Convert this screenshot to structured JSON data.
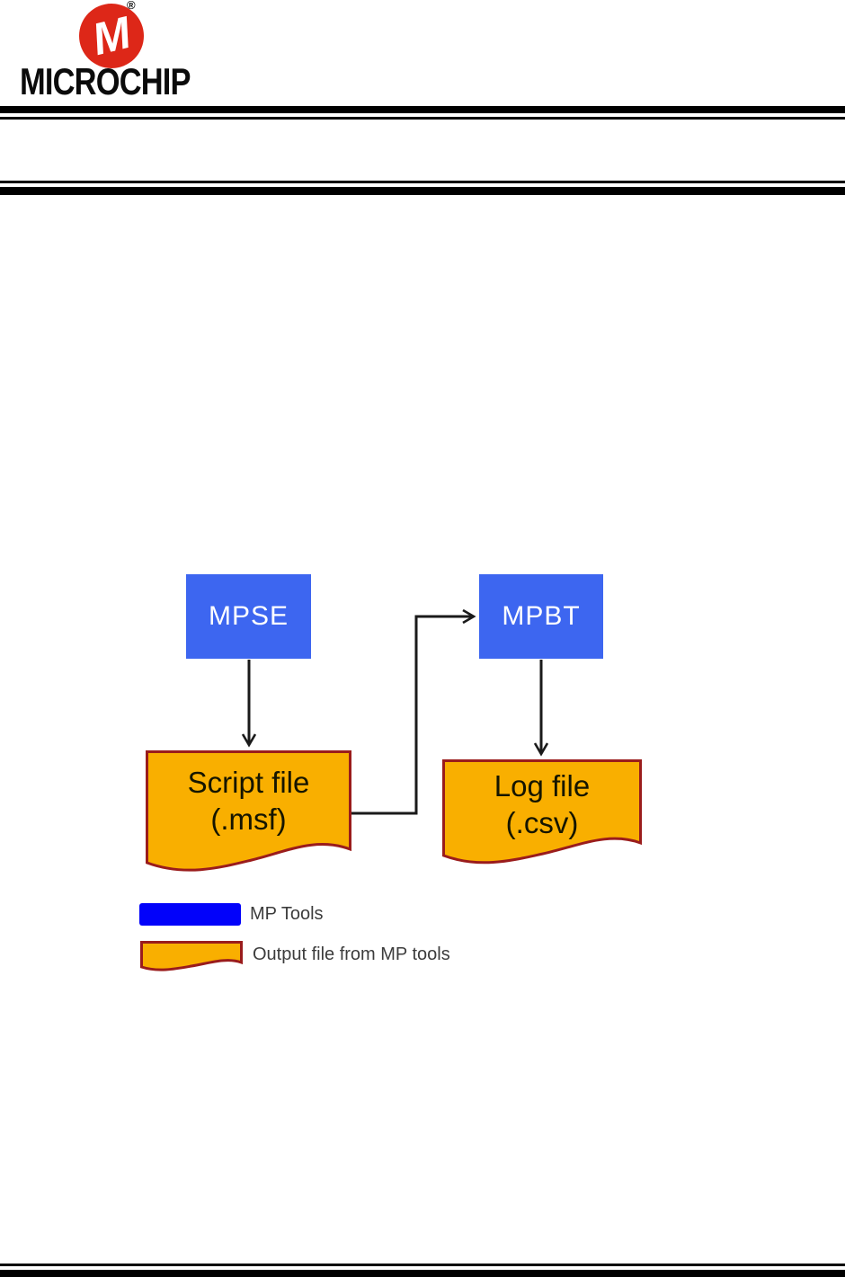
{
  "logo": {
    "brand": "MICROCHIP",
    "registered": "®",
    "monogram": "M",
    "icon_color": "#DD2718",
    "text_color": "#0b0b0b"
  },
  "diagram": {
    "nodes": [
      {
        "id": "mpse",
        "type": "tool",
        "label": "MPSE"
      },
      {
        "id": "mpbt",
        "type": "tool",
        "label": "MPBT"
      },
      {
        "id": "script",
        "type": "output-file",
        "lines": [
          "Script file",
          "(.msf)"
        ]
      },
      {
        "id": "log",
        "type": "output-file",
        "lines": [
          "Log file",
          "(.csv)"
        ]
      }
    ],
    "edges": [
      {
        "from": "mpse",
        "to": "script",
        "style": "arrow-down"
      },
      {
        "from": "script",
        "to": "mpbt",
        "style": "elbow-right-up-right-arrow"
      },
      {
        "from": "mpbt",
        "to": "log",
        "style": "arrow-down"
      }
    ],
    "colors": {
      "tool_fill": "#3D66F0",
      "tool_text": "#ffffff",
      "file_fill": "#F9AF00",
      "file_stroke": "#9A1C1C",
      "arrow": "#1a1a1a"
    }
  },
  "legend": {
    "items": [
      {
        "swatch": "tool-rectangle",
        "label": "MP Tools",
        "fill": "#0202FA"
      },
      {
        "swatch": "output-file-shape",
        "label": "Output file from MP tools",
        "fill": "#F9AF00",
        "stroke": "#9A1C1C"
      }
    ]
  }
}
